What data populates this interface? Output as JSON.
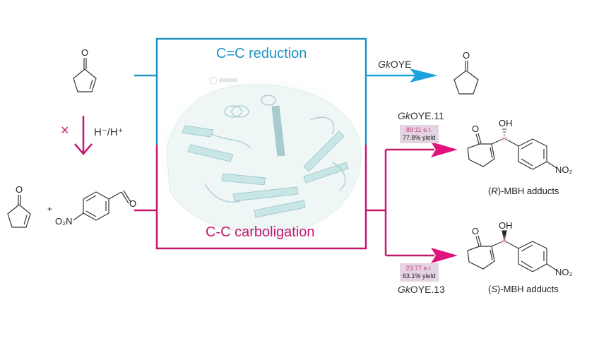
{
  "colors": {
    "reduction_blue": "#1e93c4",
    "arrow_blue": "#1ba3e0",
    "carboligation_magenta": "#c2186f",
    "arrow_magenta": "#e0137e",
    "badge_bg": "#e4d3e1",
    "er_text": "#c93d86"
  },
  "box": {
    "top_label": "C=C reduction",
    "bottom_label": "C-C carboligation",
    "center_image": "protein-ribbon-structure"
  },
  "reactants": {
    "top": {
      "name": "cyclopentenone",
      "atom_O": "O"
    },
    "cross_mark": "×",
    "hydride_label": "H⁻/H⁺",
    "bottom": {
      "ketone": {
        "name": "cyclopentenone",
        "atom_O": "O"
      },
      "plus": "+",
      "aldehyde": {
        "name": "4-nitrobenzaldehyde",
        "atom_O": "O",
        "nitro": "O₂N"
      }
    }
  },
  "products": {
    "reduction": {
      "enzyme_prefix": "Gk",
      "enzyme_suffix": "OYE",
      "product_name": "cyclopentanone",
      "atom_O": "O"
    },
    "r_adduct": {
      "enzyme_prefix": "Gk",
      "enzyme_suffix": "OYE.11",
      "er": "89:11 e.r.",
      "yield": "77.8% yield",
      "label_open": "(",
      "label_config": "R",
      "label_rest": ")-MBH adducts",
      "atom_O": "O",
      "atom_OH": "OH",
      "nitro": "NO₂"
    },
    "s_adduct": {
      "enzyme_prefix": "Gk",
      "enzyme_suffix": "OYE.13",
      "er": "23:77 e.r.",
      "yield": "63.1% yield",
      "label_open": "(",
      "label_config": "S",
      "label_rest": ")-MBH adducts",
      "atom_O": "O",
      "atom_OH": "OH",
      "nitro": "NO₂"
    }
  }
}
